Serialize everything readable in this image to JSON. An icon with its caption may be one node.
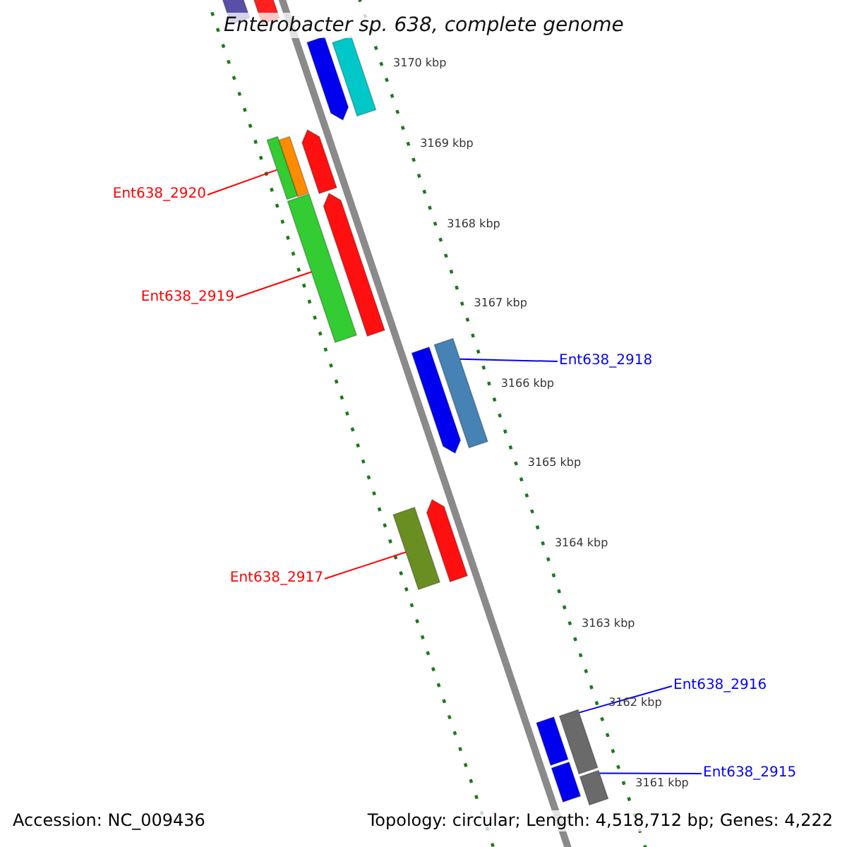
{
  "diagram": {
    "title": "Enterobacter sp. 638, complete genome",
    "nodes": [
      {
        "text": [
          "Ent638_2920"
        ]
      },
      {
        "text": [],
        "shape": "bar"
      },
      {
        "text": [
          "Ent638_2919"
        ]
      },
      {
        "text": [],
        "shape": "bar"
      },
      {
        "text": [
          "Ent638_2918"
        ]
      },
      {
        "text": [],
        "shape": "bar"
      },
      {
        "text": [
          "Ent638_2917"
        ]
      },
      {
        "text": [],
        "shape": "bar"
      },
      {
        "text": [
          "Ent638_2916"
        ]
      },
      {
        "text": [],
        "shape": "bar"
      },
      {
        "text": [
          "Ent638_2915"
        ]
      },
      {
        "text": [],
        "shape": "bar"
      },
      {
        "text": [],
        "shape": "bar"
      },
      {
        "text": [],
        "shape": "bar"
      },
      {
        "text": [],
        "shape": "pentagon"
      },
      {
        "text": [],
        "shape": "bar"
      },
      {
        "text": [],
        "shape": "bar"
      },
      {
        "text": [],
        "shape": "pentagon"
      },
      {
        "text": [],
        "shape": "pentagon"
      },
      {
        "text": [],
        "shape": "pentagon"
      },
      {
        "text": [],
        "shape": "pentagon"
      },
      {
        "text": [],
        "shape": "bar"
      },
      {
        "text": [],
        "shape": "bar"
      }
    ],
    "edges": [
      {
        "from": 0,
        "to": 1,
        "arrow": "none"
      },
      {
        "from": 2,
        "to": 3,
        "arrow": "none"
      },
      {
        "from": 4,
        "to": 5,
        "arrow": "none",
        "color": "#0000ff"
      },
      {
        "from": 6,
        "to": 7,
        "arrow": "none"
      },
      {
        "from": 8,
        "to": 9,
        "arrow": "none",
        "color": "#0000ff"
      },
      {
        "from": 10,
        "to": 11,
        "arrow": "none",
        "color": "#0000ff"
      }
    ],
    "labels": [
      "3170 kbp",
      "3169 kbp",
      "3168 kbp",
      "3167 kbp",
      "3166 kbp",
      "3165 kbp",
      "3164 kbp",
      "3163 kbp",
      "3162 kbp",
      "3161 kbp",
      "Accession: NC_009436",
      "Topology: circular; Length: 4,518,712 bp; Genes: 4,222"
    ]
  }
}
